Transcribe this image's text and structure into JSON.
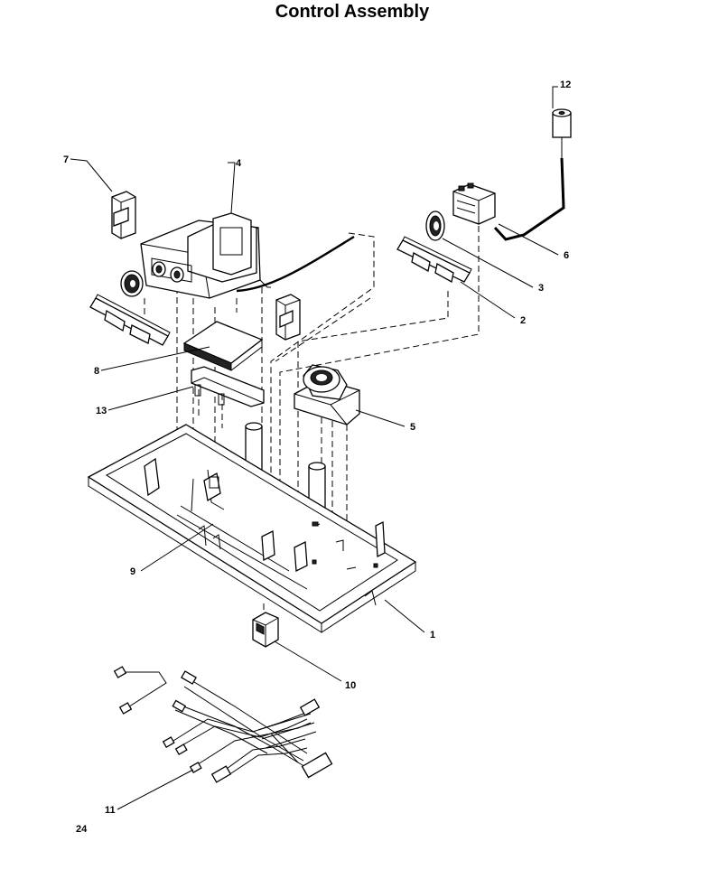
{
  "title": "Control Assembly",
  "page_number": "24",
  "callouts": [
    {
      "id": "1",
      "label": "1"
    },
    {
      "id": "2",
      "label": "2"
    },
    {
      "id": "3",
      "label": "3"
    },
    {
      "id": "4",
      "label": "4"
    },
    {
      "id": "5",
      "label": "5"
    },
    {
      "id": "6",
      "label": "6"
    },
    {
      "id": "7",
      "label": "7"
    },
    {
      "id": "8",
      "label": "8"
    },
    {
      "id": "9",
      "label": "9"
    },
    {
      "id": "10",
      "label": "10"
    },
    {
      "id": "11",
      "label": "11"
    },
    {
      "id": "12",
      "label": "12"
    },
    {
      "id": "13",
      "label": "13"
    }
  ],
  "colors": {
    "ink": "#000000",
    "paper": "#ffffff"
  }
}
